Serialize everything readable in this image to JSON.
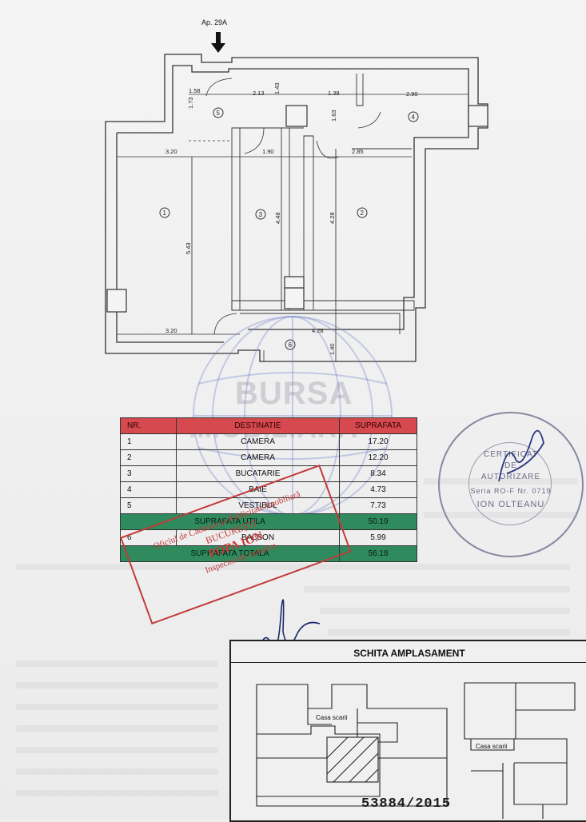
{
  "plan": {
    "entrance_label": "Ap. 29A",
    "dimensions": [
      "1.58",
      "1.73",
      "2.13",
      "1.43",
      "1.38",
      "1.63",
      "2.90",
      "3.20",
      "1.90",
      "2.85",
      "5.43",
      "4.48",
      "4.28",
      "3.20",
      "4.28",
      "1.40"
    ],
    "room_markers": [
      "1",
      "2",
      "3",
      "4",
      "5",
      "6"
    ]
  },
  "table": {
    "header": {
      "nr": "NR.",
      "destinatie": "DESTINATIE",
      "suprafata": "SUPRAFATA"
    },
    "rows": [
      {
        "nr": "1",
        "destinatie": "CAMERA",
        "suprafata": "17.20"
      },
      {
        "nr": "2",
        "destinatie": "CAMERA",
        "suprafata": "12.20"
      },
      {
        "nr": "3",
        "destinatie": "BUCATARIE",
        "suprafata": "8.34"
      },
      {
        "nr": "4",
        "destinatie": "BAIE",
        "suprafata": "4.73"
      },
      {
        "nr": "5",
        "destinatie": "VESTIBUL",
        "suprafata": "7.73"
      }
    ],
    "utila": {
      "label": "SUPRAFATA UTILA",
      "value": "50.19"
    },
    "balcon": {
      "nr": "6",
      "destinatie": "BALCON",
      "suprafata": "5.99"
    },
    "totala": {
      "label": "SUPRAFATA TOTALA",
      "value": "56.18"
    }
  },
  "watermark": {
    "line1": "BURSA",
    "line2": "IMOBILIARA"
  },
  "stamp_red": {
    "line1": "Oficiul de Cadastru și Publicitate Imobiliară",
    "line2": "BUCUREȘTI",
    "line3": "POPA ION",
    "line4": "Inspector de cadastru"
  },
  "cert_stamp": {
    "line1": "CERTIFICAT",
    "line2": "DE",
    "line3": "AUTORIZARE",
    "line4": "Seria RO-F Nr. 0719",
    "line5": "ION OLTEANU"
  },
  "schita": {
    "title": "SCHITA AMPLASAMENT",
    "label_left": "Casa scarii",
    "label_right": "Casa scarii"
  },
  "document_number": "53884/2015"
}
